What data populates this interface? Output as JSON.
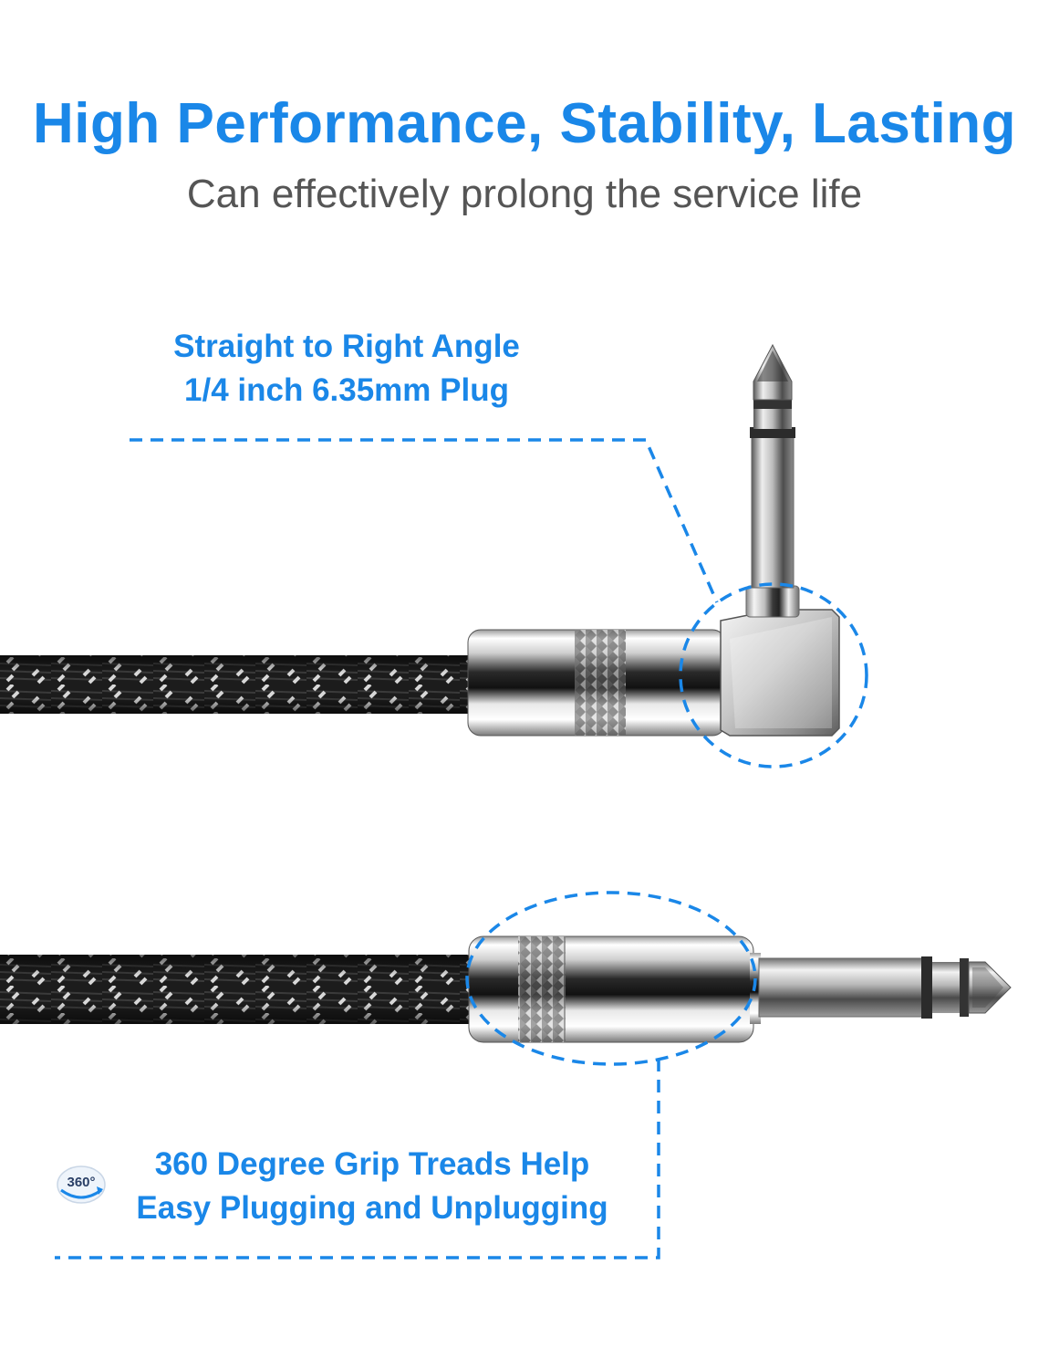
{
  "header": {
    "title": "High Performance, Stability, Lasting",
    "subtitle": "Can effectively prolong the service life"
  },
  "callouts": {
    "right_angle": {
      "line1": "Straight to Right Angle",
      "line2": "1/4 inch 6.35mm Plug"
    },
    "grip": {
      "line1": "360 Degree Grip Treads Help",
      "line2": "Easy Plugging and Unplugging"
    }
  },
  "badge": {
    "label": "360°",
    "icon": "360-rotation-icon"
  },
  "colors": {
    "accent": "#1a87e8",
    "subtitle": "#555555",
    "cable": "#1c1c1c",
    "weave": "#d8d8d8"
  }
}
